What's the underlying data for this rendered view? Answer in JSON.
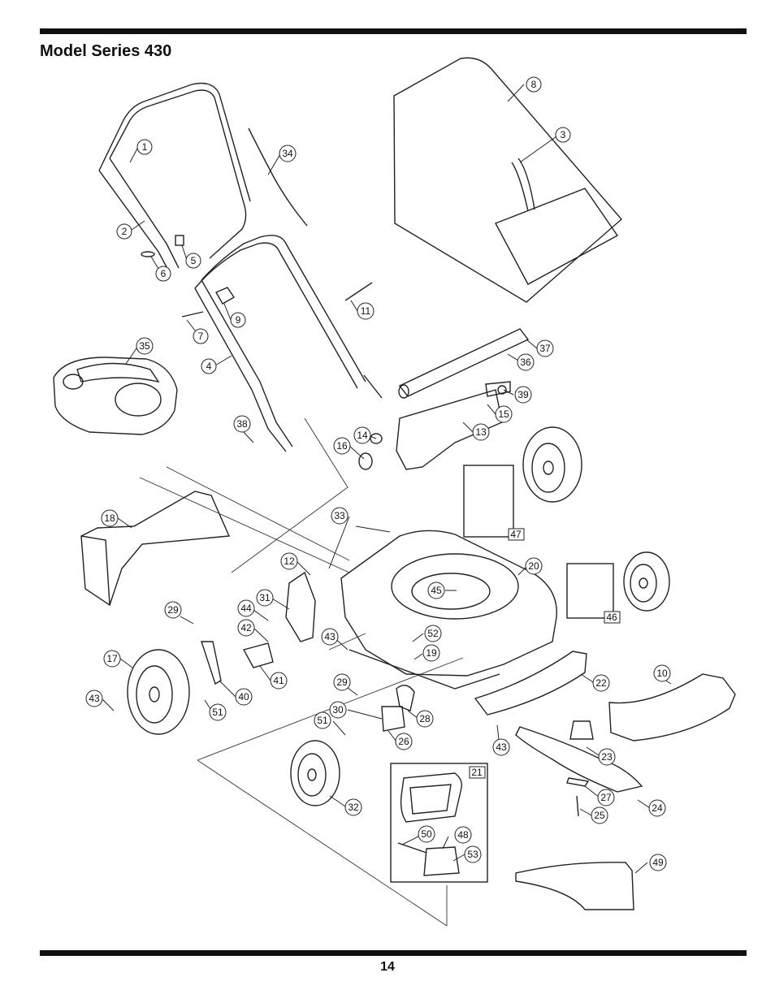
{
  "page": {
    "title": "Model Series 430",
    "page_number": "14"
  },
  "callouts": [
    {
      "label": "1"
    },
    {
      "label": "2"
    },
    {
      "label": "3"
    },
    {
      "label": "4"
    },
    {
      "label": "5"
    },
    {
      "label": "6"
    },
    {
      "label": "7"
    },
    {
      "label": "8"
    },
    {
      "label": "9"
    },
    {
      "label": "10"
    },
    {
      "label": "11"
    },
    {
      "label": "12"
    },
    {
      "label": "13"
    },
    {
      "label": "14"
    },
    {
      "label": "15"
    },
    {
      "label": "16"
    },
    {
      "label": "17"
    },
    {
      "label": "18"
    },
    {
      "label": "19"
    },
    {
      "label": "20"
    },
    {
      "label": "21"
    },
    {
      "label": "22"
    },
    {
      "label": "23"
    },
    {
      "label": "24"
    },
    {
      "label": "25"
    },
    {
      "label": "26"
    },
    {
      "label": "27"
    },
    {
      "label": "28"
    },
    {
      "label": "29"
    },
    {
      "label": "29"
    },
    {
      "label": "30"
    },
    {
      "label": "31"
    },
    {
      "label": "32"
    },
    {
      "label": "33"
    },
    {
      "label": "34"
    },
    {
      "label": "35"
    },
    {
      "label": "36"
    },
    {
      "label": "37"
    },
    {
      "label": "38"
    },
    {
      "label": "39"
    },
    {
      "label": "40"
    },
    {
      "label": "41"
    },
    {
      "label": "42"
    },
    {
      "label": "43"
    },
    {
      "label": "43"
    },
    {
      "label": "43"
    },
    {
      "label": "44"
    },
    {
      "label": "45"
    },
    {
      "label": "46"
    },
    {
      "label": "47"
    },
    {
      "label": "48"
    },
    {
      "label": "49"
    },
    {
      "label": "50"
    },
    {
      "label": "51"
    },
    {
      "label": "51"
    },
    {
      "label": "52"
    },
    {
      "label": "53"
    }
  ]
}
